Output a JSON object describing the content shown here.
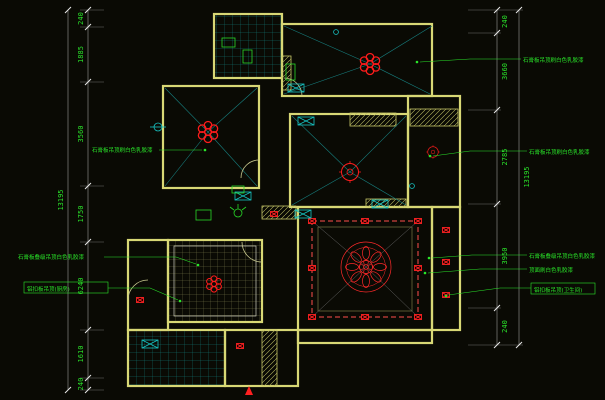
{
  "drawing": {
    "type": "residential-ceiling-plan",
    "background": "#0a0a04",
    "colors": {
      "wall": "#d8d875",
      "hatch_cyan": "#17c3c3",
      "fixture_red": "#ff1c1c",
      "dimension_text": "#2ae62a",
      "annotation_text": "#2ae62a",
      "cove_dashed": "#ff4d4d"
    }
  },
  "dims": {
    "left": [
      "240",
      "1885",
      "3560",
      "1750",
      "6240",
      "1610",
      "240"
    ],
    "left_overall": "13195",
    "right": [
      "240",
      "3660",
      "2785",
      "3950",
      "240"
    ],
    "right_overall": "13195"
  },
  "labels": {
    "left": [
      "石膏板吊顶刷白色乳胶漆",
      "石膏板叠级吊顶白色乳胶漆",
      "铝扣板吊顶(厨房)"
    ],
    "right": [
      "石膏板吊顶刷白色乳胶漆",
      "石膏板吊顶刷白色乳胶漆",
      "石膏板叠级吊顶白色乳胶漆",
      "顶面刷白色乳胶漆",
      "铝扣板吊顶(卫生间)"
    ]
  },
  "fixtures": {
    "flower_lamp": "ceiling-flower-lamp",
    "round_lamp": "ceiling-round-lamp",
    "medallion": "ceiling-medallion",
    "downlight": "downlight",
    "vent": "air-vent-icon"
  }
}
